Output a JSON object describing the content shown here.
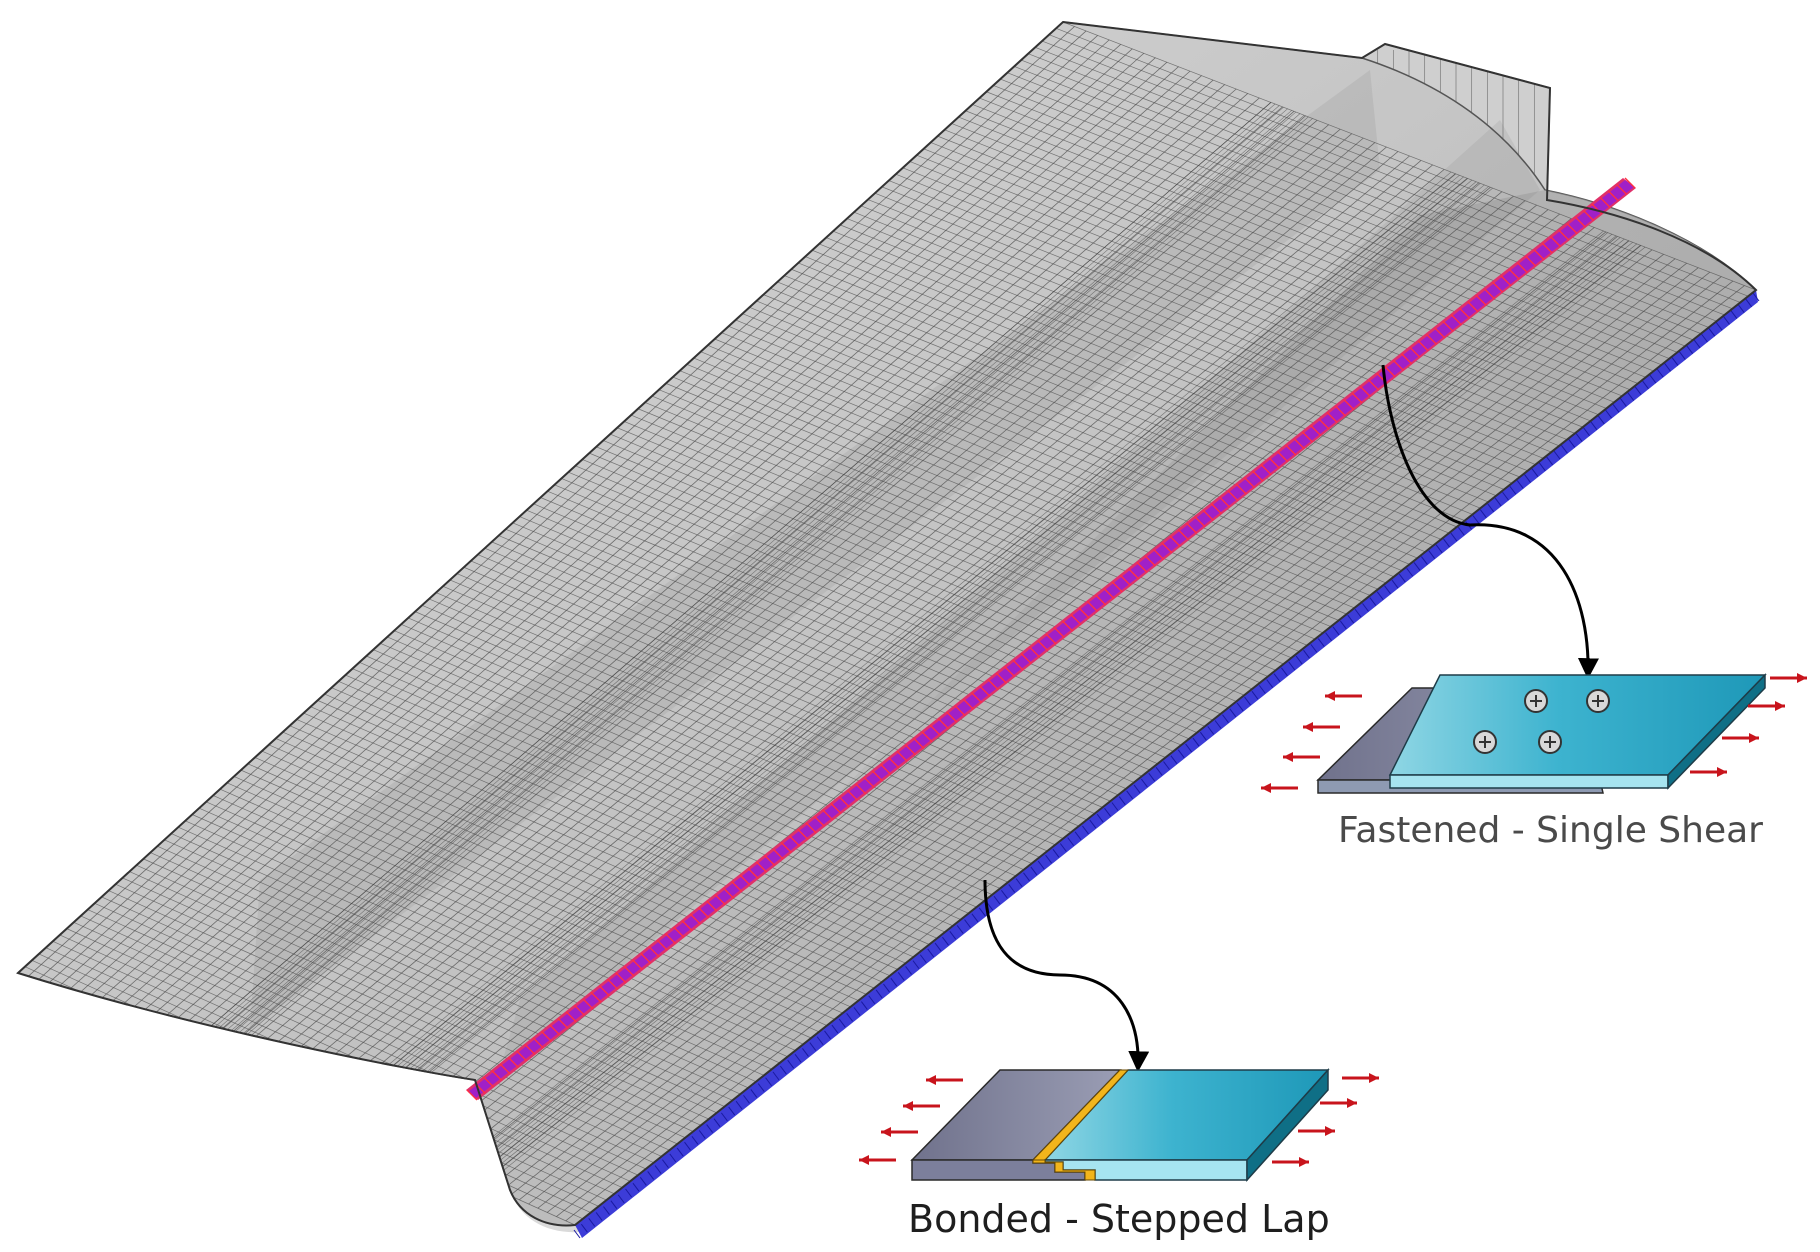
{
  "diagram": {
    "labels": {
      "fastened": "Fastened - Single Shear",
      "bonded": "Bonded - Stepped Lap"
    },
    "icons": {
      "mesh": "wing-fe-mesh",
      "fastened_joint": "single-shear-fastened-joint-icon",
      "bonded_joint": "stepped-lap-bonded-joint-icon",
      "load_arrow": "load-arrow-icon"
    },
    "colors": {
      "mesh_fill": "#c9c9c9",
      "mesh_line": "#4e4e4e",
      "bond_line": "#a020c8",
      "bond_line_edge": "#e0306a",
      "edge_band": "#3c3cd8",
      "plate_gray": "#7c7f9c",
      "plate_teal": "#2aa6c4",
      "plate_teal_light": "#8fd6e4",
      "adhesive": "#f2b51c",
      "load_arrow": "#c8141c",
      "leader": "#000000",
      "caption": "#3a3a3a"
    }
  }
}
